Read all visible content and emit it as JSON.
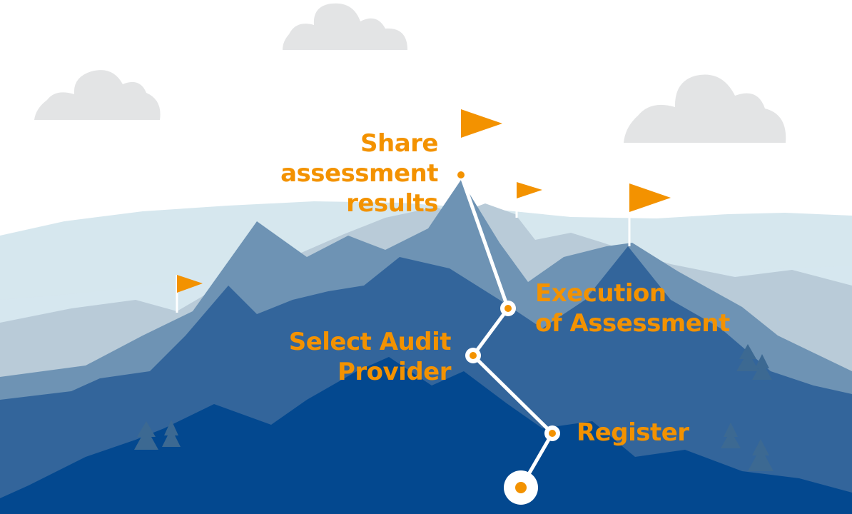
{
  "colors": {
    "accent": "#f39200",
    "cloud": "#e3e4e5",
    "sky": "#ffffff",
    "mountain_far": "#d6e7ee",
    "mountain_mid": "#b9cbd8",
    "mountain_slate": "#6e93b4",
    "mountain_blue": "#33659b",
    "mountain_front": "#03488f",
    "path": "#ffffff",
    "trees": "#3c6992"
  },
  "steps": [
    {
      "lines": [
        "Share",
        "assessment",
        "results"
      ]
    },
    {
      "lines": [
        "Execution",
        "of Assessment"
      ]
    },
    {
      "lines": [
        "Select Audit",
        "Provider"
      ]
    },
    {
      "lines": [
        "Register"
      ]
    }
  ],
  "icons": [
    "cloud-icon",
    "flag-icon",
    "tree-icon",
    "start-marker-icon"
  ]
}
